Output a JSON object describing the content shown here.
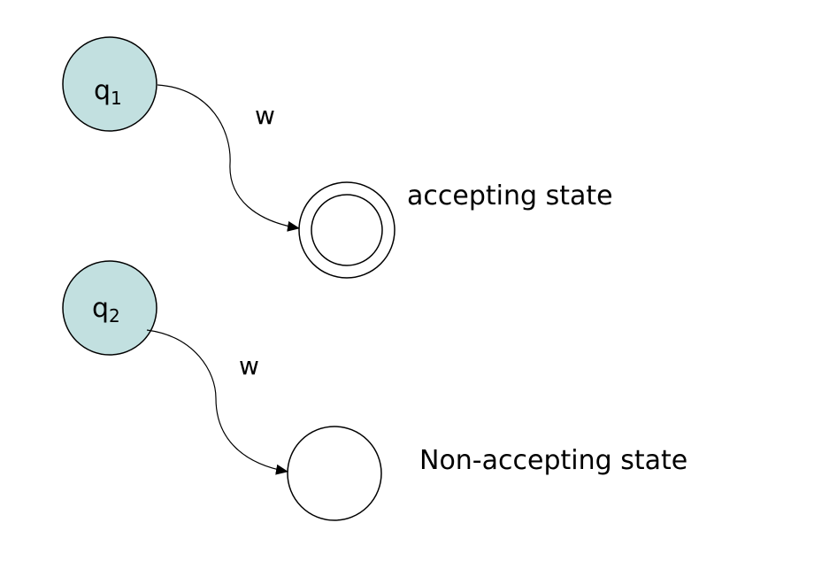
{
  "diagram": {
    "type": "finite-automaton-states",
    "colors": {
      "start_fill": "#c2e0e0",
      "stroke": "#000000"
    },
    "nodes": [
      {
        "id": "q1",
        "label": "q",
        "subscript": "1",
        "kind": "state"
      },
      {
        "id": "acc",
        "label": "",
        "kind": "accepting"
      },
      {
        "id": "q2",
        "label": "q",
        "subscript": "2",
        "kind": "state"
      },
      {
        "id": "nonacc",
        "label": "",
        "kind": "non-accepting"
      }
    ],
    "edges": [
      {
        "from": "q1",
        "to": "acc",
        "label": "w"
      },
      {
        "from": "q2",
        "to": "nonacc",
        "label": "w"
      }
    ],
    "captions": {
      "accepting": "accepting state",
      "non_accepting": "Non-accepting state"
    }
  }
}
